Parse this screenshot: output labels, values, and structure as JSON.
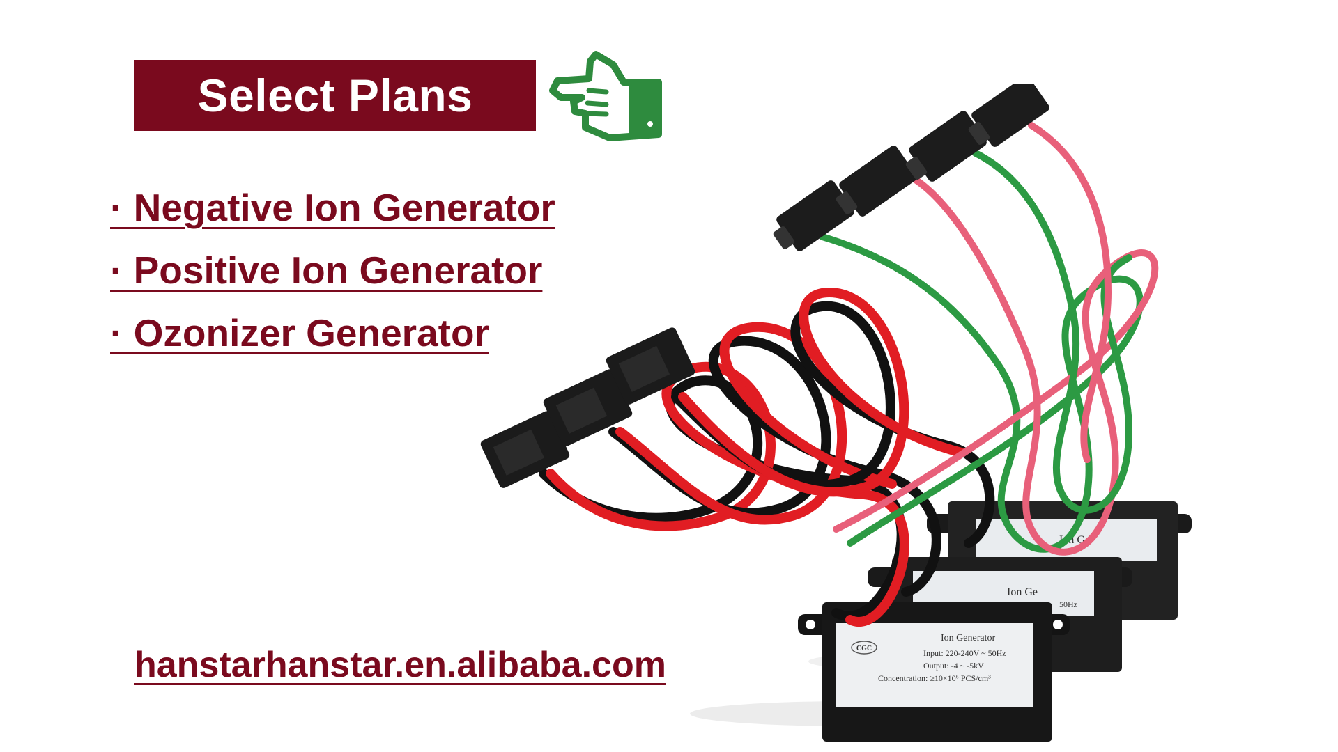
{
  "banner": {
    "title": "Select Plans"
  },
  "pointer": {
    "icon": "pointing-hand-icon",
    "color": "#2e8b3e"
  },
  "plans": {
    "items": [
      {
        "label": "· Negative Ion Generator"
      },
      {
        "label": "· Positive Ion Generator"
      },
      {
        "label": "· Ozonizer Generator"
      }
    ]
  },
  "website": {
    "url": "hanstarhanstar.en.alibaba.com"
  },
  "product": {
    "label": {
      "brand": "CGC",
      "title": "Ion Generator",
      "input": "Input: 220-240V ~ 50Hz",
      "output": "Output: -4 ~ -5kV",
      "concentration": "Concentration: ≥10×10⁶ PCS/cm³"
    },
    "rear_label": {
      "title": "Ion Ge",
      "freq": "50Hz"
    }
  },
  "colors": {
    "brand": "#7a0a1e",
    "accent_green": "#2e8b3e"
  }
}
